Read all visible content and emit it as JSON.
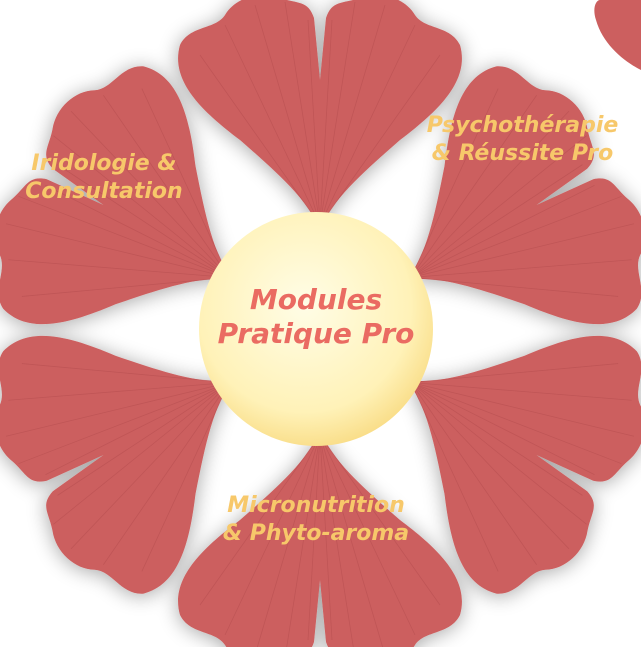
{
  "colors": {
    "petal": "#cc5f5f",
    "petal_vein": "#b04a4c",
    "petal_shadow": "#9a3d40",
    "petal_text": "#f7c86a",
    "center_fill_light": "#fffde6",
    "center_fill": "#fff2b8",
    "center_edge": "#f8d97e",
    "center_text": "#ea6b62"
  },
  "center": {
    "line1": "Modules",
    "line2": "Pratique Pro"
  },
  "petals": {
    "top_left": {
      "line1": "Iridologie &",
      "line2": "Consultation"
    },
    "top_right": {
      "line1": "Psychothérapie",
      "line2": "& Réussite Pro"
    },
    "bottom": {
      "line1": "Micronutrition",
      "line2": "& Phyto-aroma"
    }
  },
  "icons": [
    "ginkgo-leaf-icon"
  ]
}
